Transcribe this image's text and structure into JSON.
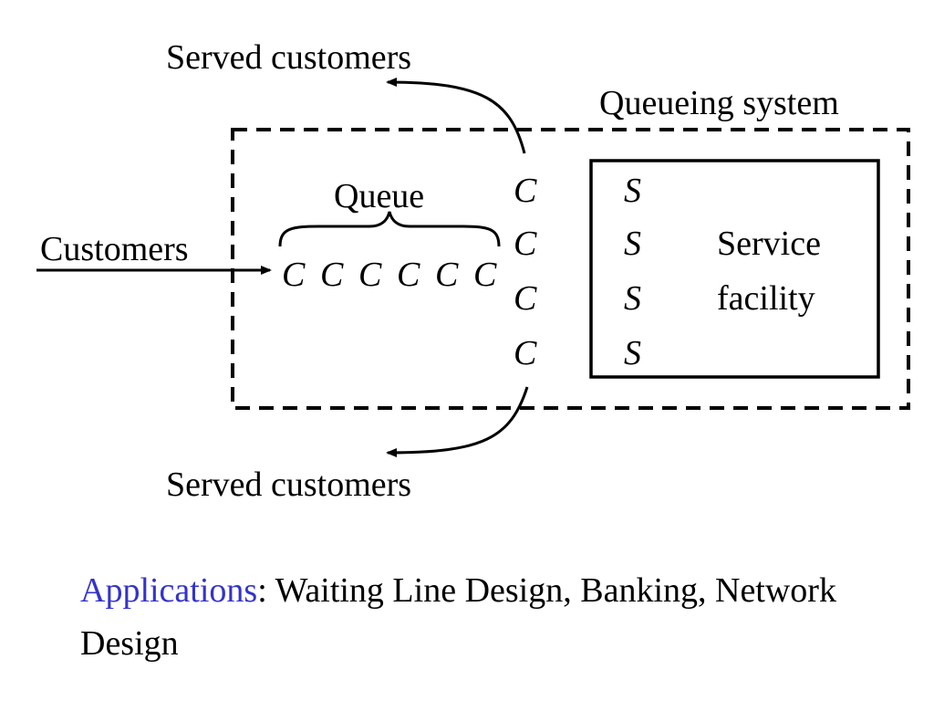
{
  "diagram": {
    "served_top_label": "Served customers",
    "served_bottom_label": "Served customers",
    "system_label": "Queueing system",
    "queue_label": "Queue",
    "customers_label": "Customers",
    "queue_items": [
      "C",
      "C",
      "C",
      "C",
      "C",
      "C"
    ],
    "service_column": [
      "C",
      "C",
      "C",
      "C"
    ],
    "servers": [
      "S",
      "S",
      "S",
      "S"
    ],
    "facility_label_line1": "Service",
    "facility_label_line2": "facility"
  },
  "caption": {
    "keyword": "Applications",
    "text": ": Waiting Line Design, Banking, Network Design",
    "keyword_color": "#3333cc"
  }
}
